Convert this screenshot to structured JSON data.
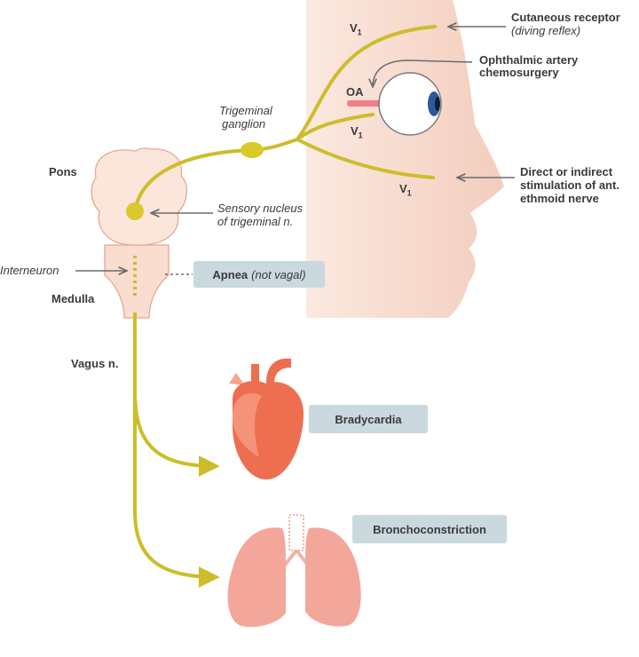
{
  "labels": {
    "v1_top": "V",
    "v1_mid": "V",
    "v1_low": "V",
    "v1_sub": "1",
    "cutaneous": "Cutaneous receptor",
    "diving": "(diving reflex)",
    "ophthalmic_1": "Ophthalmic artery",
    "ophthalmic_2": "chemosurgery",
    "oa": "OA",
    "trigeminal_1": "Trigeminal",
    "trigeminal_2": "ganglion",
    "pons": "Pons",
    "sensory_1": "Sensory nucleus",
    "sensory_2": "of trigeminal n.",
    "direct_1": "Direct or indirect",
    "direct_2": "stimulation of ant.",
    "direct_3": "ethmoid nerve",
    "interneuron": "Interneuron",
    "medulla": "Medulla",
    "vagus": "Vagus n."
  },
  "boxes": {
    "apnea": "Apnea",
    "apnea_note": "(not vagal)",
    "bradycardia": "Bradycardia",
    "bronchoconstriction": "Bronchoconstriction"
  },
  "colors": {
    "nerve": "#cdbd2a",
    "skin": "#f6d9cb",
    "heart": "#ee6e50",
    "lung": "#f2a79a",
    "box": "#c9d9dd",
    "eye_iris": "#2c5a99",
    "artery": "#f07f87"
  }
}
